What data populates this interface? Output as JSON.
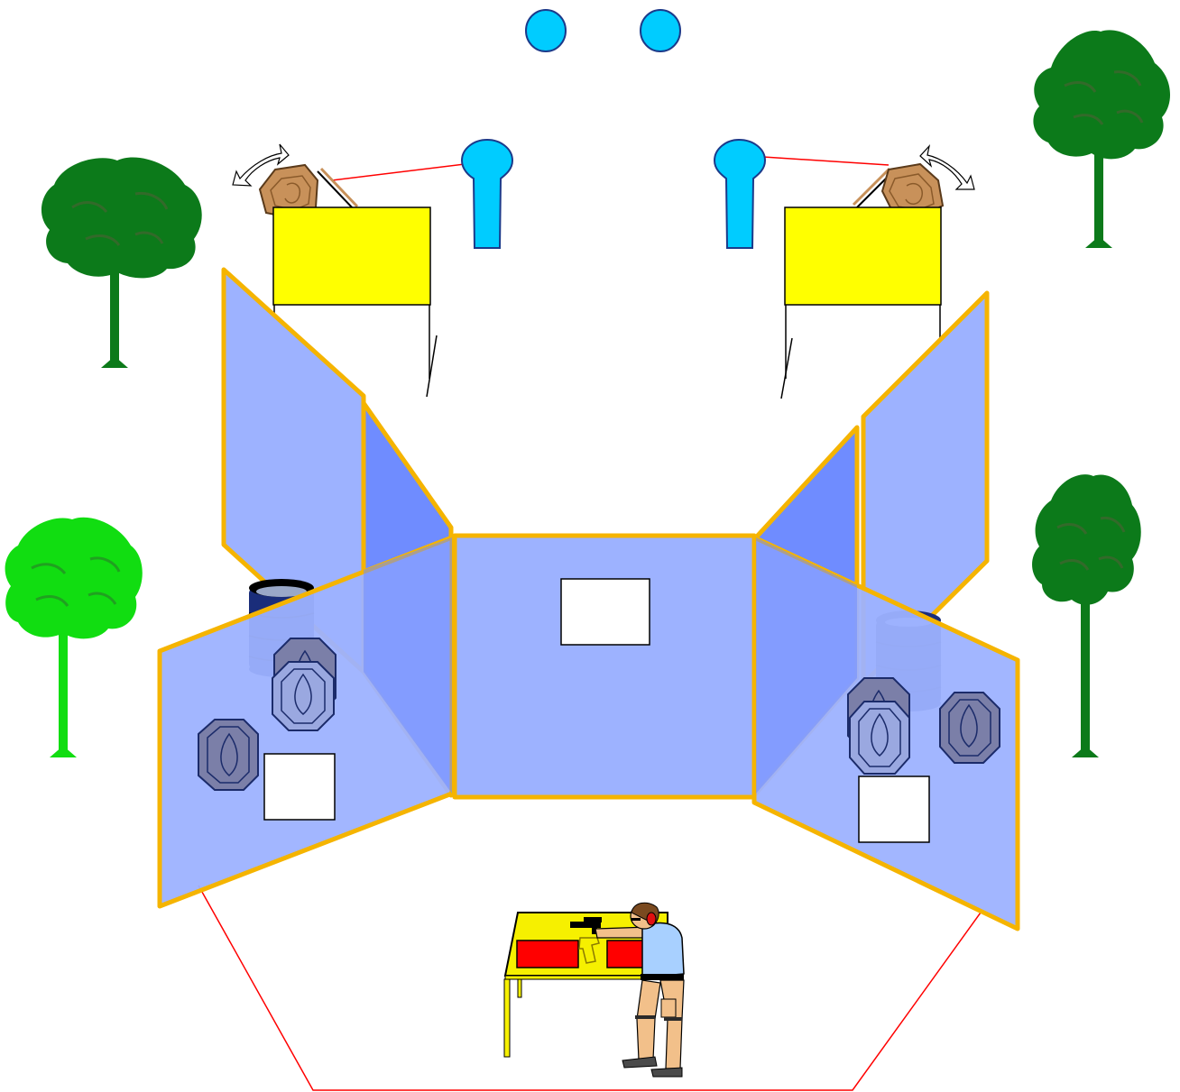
{
  "scene": {
    "description_kind": "shooting-stage-layout",
    "colors": {
      "wall_fill": "#9db2ff",
      "wall_fill_dark": "#6f8cff",
      "wall_border": "#f5b400",
      "paper_target": "#ffffff",
      "steel_target": "#7b7fa8",
      "steel_target_light": "#9aa8e0",
      "popper": "#00ccff",
      "swinger": "#c8915a",
      "yellow_panel": "#ffff00",
      "barrel": "#1a2d7a",
      "tree_dark": "#0c7a1a",
      "tree_light": "#11dd11",
      "fault_line": "#ff0000",
      "table_top": "#f6f000",
      "table_box": "#ff0000"
    },
    "elements": {
      "poppers_far": 2,
      "poppers_near": 2,
      "swinging_targets": 2,
      "yellow_panels": 2,
      "walls": 7,
      "paper_targets": 3,
      "steel_targets": 6,
      "barrels": 2,
      "trees": 4,
      "start_table": 1,
      "shooter": 1
    }
  }
}
